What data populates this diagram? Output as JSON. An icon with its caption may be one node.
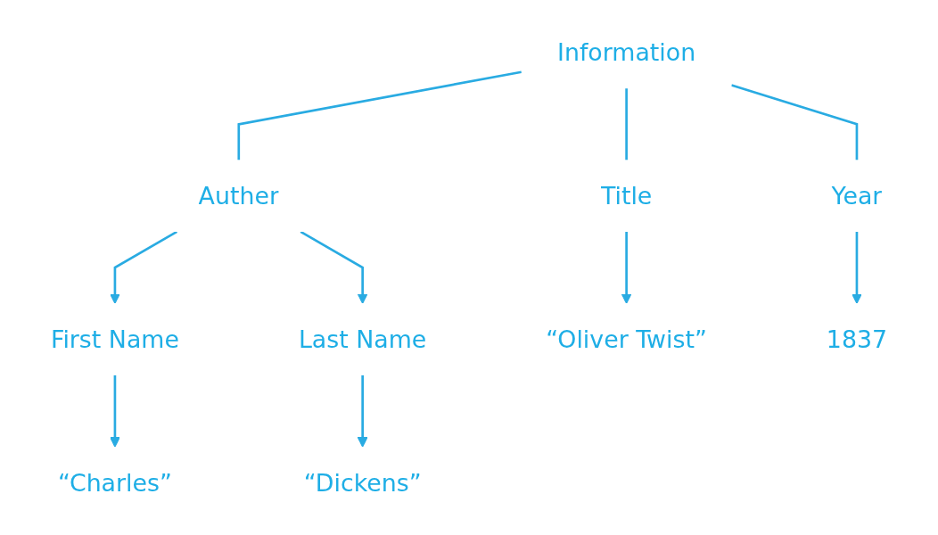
{
  "diagram": {
    "nodes": [
      {
        "text": [
          "Information"
        ]
      },
      {
        "text": [
          "Auther"
        ]
      },
      {
        "text": [
          "Title"
        ]
      },
      {
        "text": [
          "Year"
        ]
      },
      {
        "text": [
          "First Name"
        ]
      },
      {
        "text": [
          "Last Name"
        ]
      },
      {
        "text": [
          "“Oliver Twist”"
        ]
      },
      {
        "text": [
          "1837"
        ]
      },
      {
        "text": [
          "“Charles”"
        ]
      },
      {
        "text": [
          "“Dickens”"
        ]
      }
    ],
    "edges": [
      {
        "from": 0,
        "to": 1,
        "arrow": "none"
      },
      {
        "from": 0,
        "to": 2,
        "arrow": "none"
      },
      {
        "from": 0,
        "to": 3,
        "arrow": "none"
      },
      {
        "from": 1,
        "to": 4,
        "arrow": "to"
      },
      {
        "from": 1,
        "to": 5,
        "arrow": "to"
      },
      {
        "from": 2,
        "to": 6,
        "arrow": "to"
      },
      {
        "from": 3,
        "to": 7,
        "arrow": "to"
      },
      {
        "from": 4,
        "to": 8,
        "arrow": "to"
      },
      {
        "from": 5,
        "to": 9,
        "arrow": "to"
      }
    ]
  }
}
